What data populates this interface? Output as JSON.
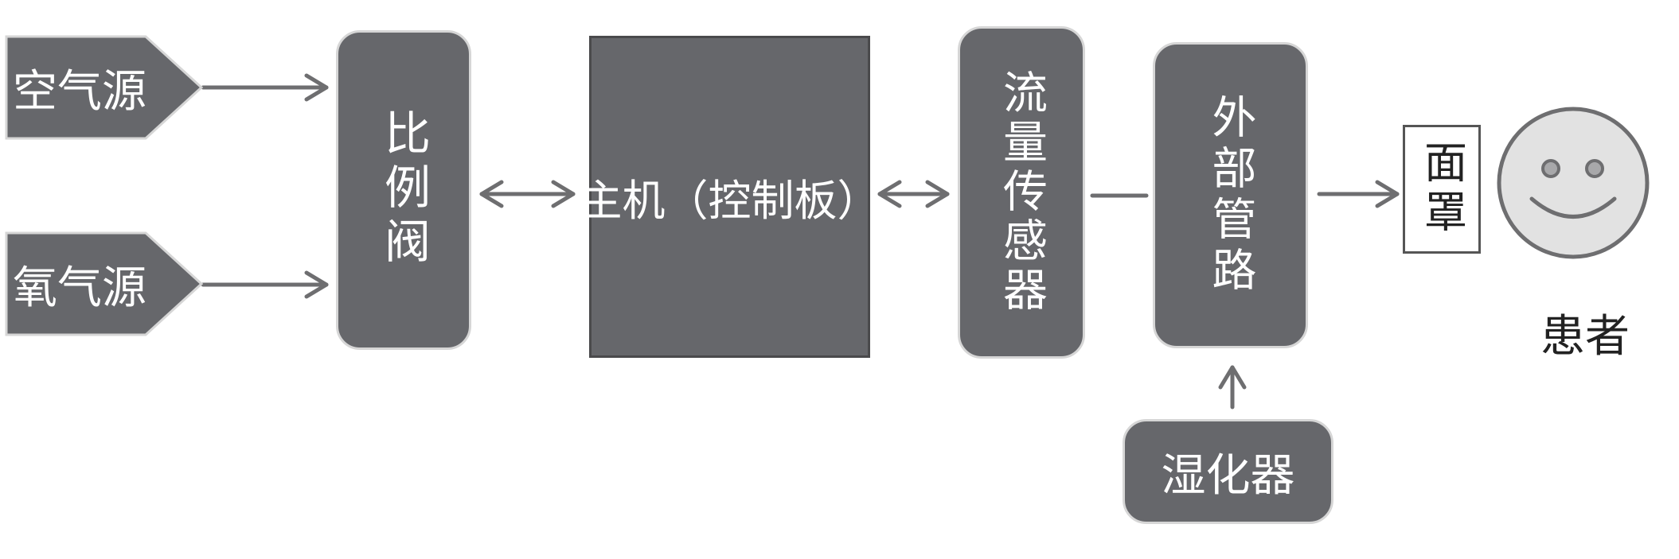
{
  "colors": {
    "node_fill": "#66676b",
    "node_border": "#d6d6d6",
    "arrow": "#6e6e70",
    "face_fill": "#e2e2e2",
    "face_stroke": "#6e6e70"
  },
  "nodes": {
    "air_source": "空气源",
    "oxygen_source": "氧气源",
    "proportional_valve": "比例阀",
    "host": "主机（控制板）",
    "flow_sensor": "流量传感器",
    "external_circuit": "外部管路",
    "humidifier": "湿化器",
    "mask": "面罩",
    "patient": "患者"
  },
  "icons": {
    "patient_face": "smiley-face-icon"
  }
}
